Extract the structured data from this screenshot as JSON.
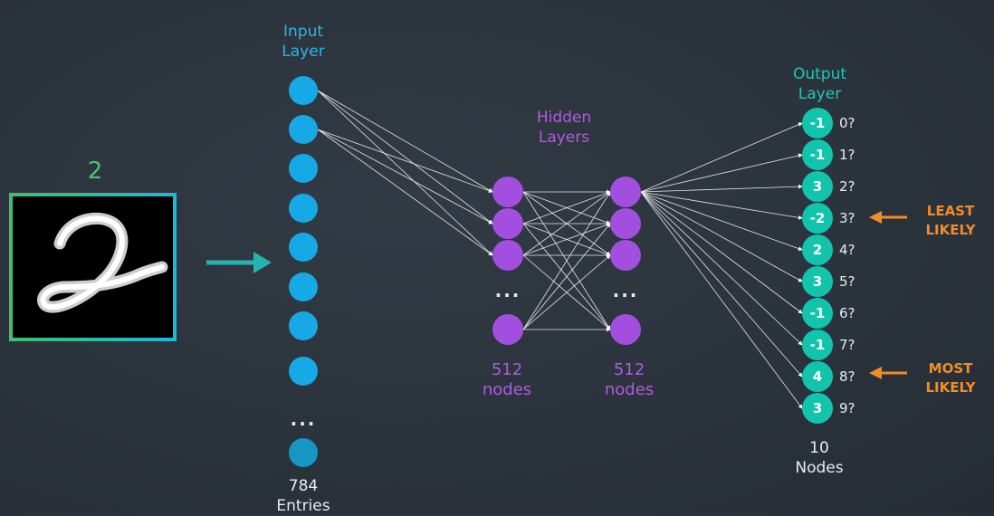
{
  "digit_label": "2",
  "input_layer": {
    "title_line1": "Input",
    "title_line2": "Layer",
    "ellipsis": "...",
    "count": "784",
    "unit": "Entries"
  },
  "hidden_layers": {
    "title_line1": "Hidden",
    "title_line2": "Layers",
    "ellipsis": "...",
    "layer1": {
      "count": "512",
      "unit": "nodes"
    },
    "layer2": {
      "count": "512",
      "unit": "nodes"
    }
  },
  "output_layer": {
    "title_line1": "Output",
    "title_line2": "Layer",
    "count": "10",
    "unit": "Nodes",
    "nodes": [
      {
        "value": "-1",
        "class": "0?"
      },
      {
        "value": "-1",
        "class": "1?"
      },
      {
        "value": "3",
        "class": "2?"
      },
      {
        "value": "-2",
        "class": "3?"
      },
      {
        "value": "2",
        "class": "4?"
      },
      {
        "value": "3",
        "class": "5?"
      },
      {
        "value": "-1",
        "class": "6?"
      },
      {
        "value": "-1",
        "class": "7?"
      },
      {
        "value": "4",
        "class": "8?"
      },
      {
        "value": "3",
        "class": "9?"
      }
    ]
  },
  "annotations": {
    "least": {
      "line1": "LEAST",
      "line2": "LIKELY"
    },
    "most": {
      "line1": "MOST",
      "line2": "LIKELY"
    }
  },
  "colors": {
    "input": "#17a9e6",
    "hidden": "#a24fdf",
    "output": "#13c4ad",
    "arrow": "#f28c28",
    "digit_label": "#4cc46f"
  }
}
